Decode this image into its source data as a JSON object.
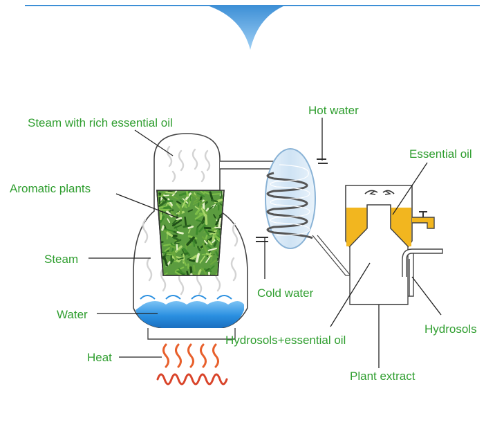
{
  "labels": {
    "steam_rich": "Steam with rich essential oil",
    "aromatic_plants": "Aromatic plants",
    "steam": "Steam",
    "water": "Water",
    "heat": "Heat",
    "hot_water": "Hot water",
    "cold_water": "Cold water",
    "essential_oil": "Essential oil",
    "hydrosols_essential_oil": "Hydrosols+essential oil",
    "hydrosols": "Hydrosols",
    "plant_extract": "Plant extract"
  },
  "colors": {
    "label_text": "#2f9e2f",
    "header_line": "#3d8fd6",
    "water": "#2a8fe0",
    "essential_oil": "#f2b61f",
    "plants": "#4f9a3a",
    "heat": "#e8602c",
    "condenser": "#d7e8f7"
  }
}
